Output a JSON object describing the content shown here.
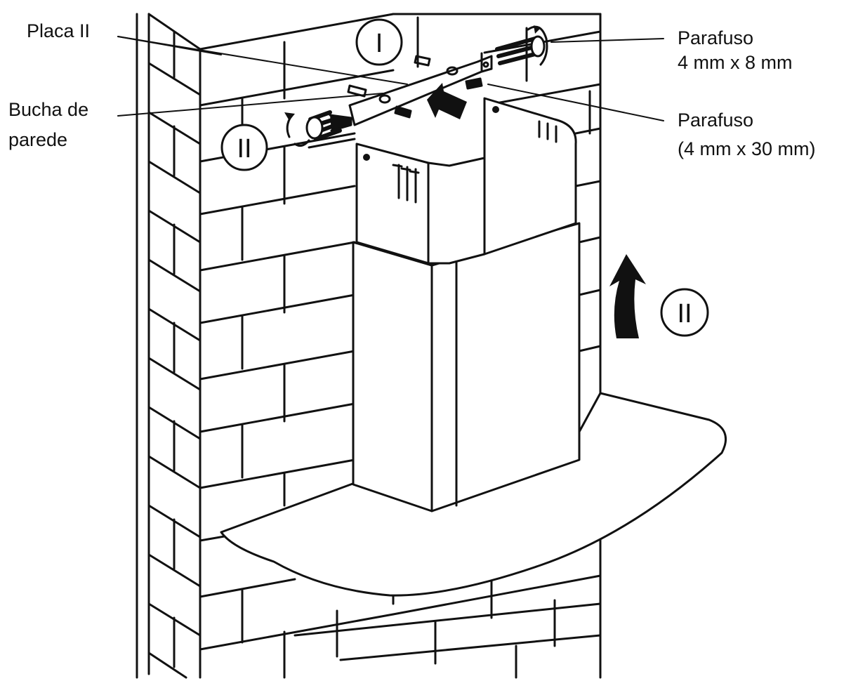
{
  "labels": {
    "plate": "Placa II",
    "wall_plug_line1": "Bucha de",
    "wall_plug_line2": "parede",
    "screw_small_line1": "Parafuso",
    "screw_small_line2": "4 mm x 8 mm",
    "screw_large_line1": "Parafuso",
    "screw_large_line2": "(4 mm x 30 mm)"
  },
  "steps": {
    "step_top": "I",
    "step_left": "II",
    "step_right": "II"
  },
  "colors": {
    "line": "#111111",
    "background": "#ffffff"
  }
}
